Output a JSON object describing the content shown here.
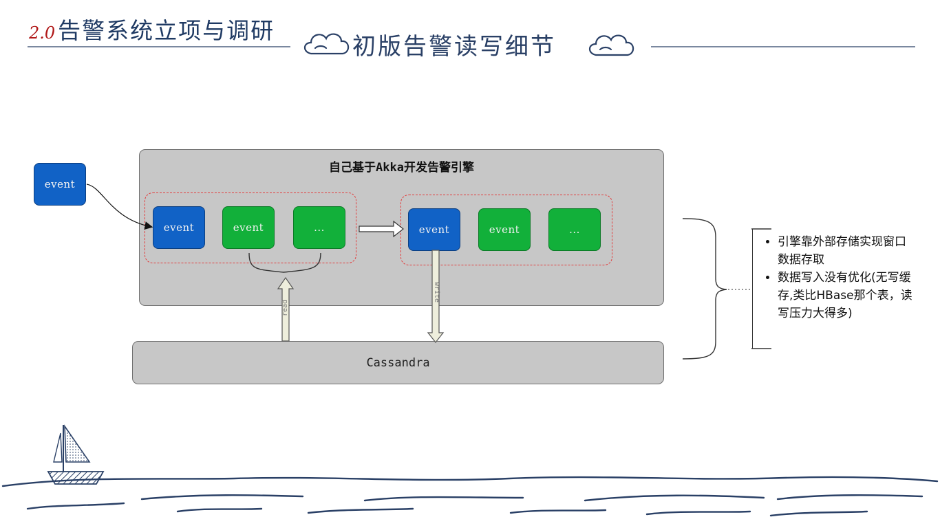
{
  "header": {
    "section_number": "2.0",
    "title": "告警系统立项与调研",
    "subtitle": "初版告警读写细节"
  },
  "diagram": {
    "engine_label": "自己基于Akka开发告警引擎",
    "storage_label": "Cassandra",
    "external_event": "event",
    "window_a": [
      {
        "label": "event",
        "color": "blue"
      },
      {
        "label": "event",
        "color": "green"
      },
      {
        "label": "...",
        "color": "green"
      }
    ],
    "window_b": [
      {
        "label": "event",
        "color": "blue"
      },
      {
        "label": "event",
        "color": "green"
      },
      {
        "label": "...",
        "color": "green"
      }
    ],
    "read_arrow_label": "read",
    "write_arrow_label": "write"
  },
  "notes": {
    "items": [
      "引擎靠外部存储实现窗口数据存取",
      "数据写入没有优化(无写缓存,类比HBase那个表，读写压力大得多)"
    ]
  },
  "colors": {
    "node_blue": "#1162c6",
    "node_green": "#12b03a",
    "group_dash": "#e33a3a",
    "box_gray": "#c7c7c7",
    "header_navy": "#1f3a63",
    "header_number_red": "#b01818"
  }
}
